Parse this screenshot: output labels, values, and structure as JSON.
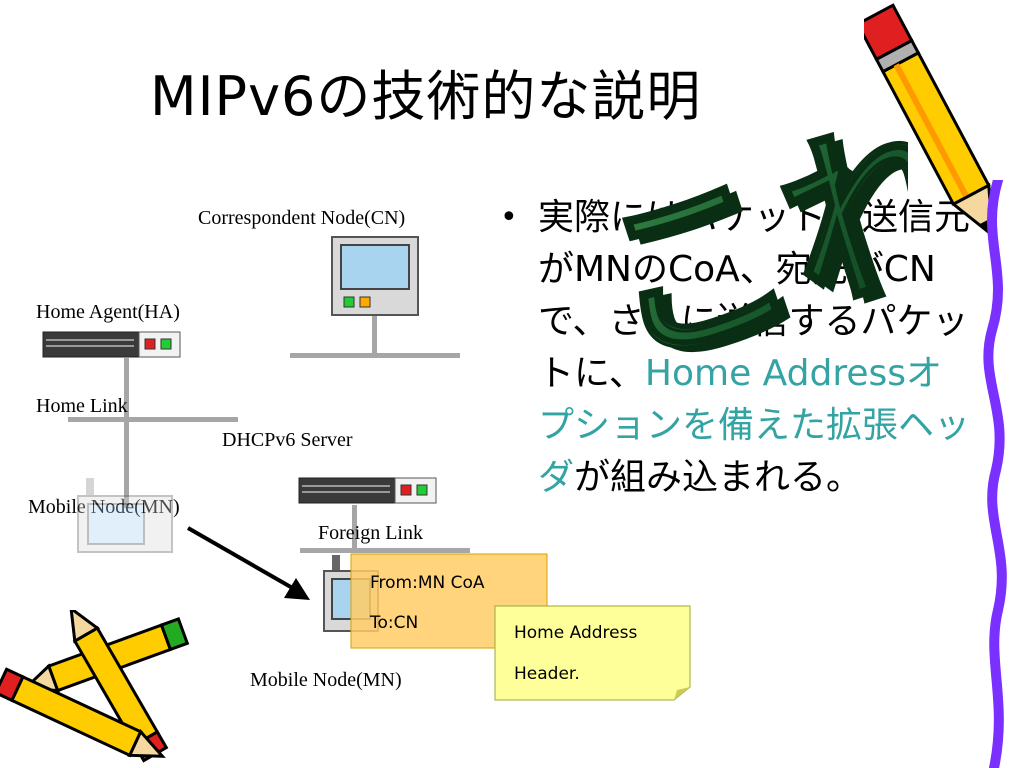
{
  "slide": {
    "title": "MIPv6の技術的な説明"
  },
  "diagram": {
    "labels": {
      "cn": "Correspondent Node(CN)",
      "ha": "Home Agent(HA)",
      "home_link": "Home Link",
      "dhcp": "DHCPv6 Server",
      "mn_home": "Mobile Node(MN)",
      "foreign_link": "Foreign Link",
      "mn_foreign": "Mobile Node(MN)"
    },
    "packet": {
      "line1": "From:MN CoA",
      "line2": "To:CN"
    },
    "header_note": {
      "line1": "Home Address",
      "line2": "Header."
    }
  },
  "bullet": {
    "part1": "実際にはパケットの送信元がMNのCoA、宛先がCNで、さらに送信するパケットに、",
    "highlight": "Home Addressオプションを備えた拡張ヘッダ",
    "part2": "が組み込まれる。"
  },
  "wordart": {
    "text": "これ"
  },
  "colors": {
    "title": "#000000",
    "highlight": "#33a3a3",
    "packet_fill": "#ffcc66",
    "note_fill": "#ffff99",
    "device_screen": "#a8d4f0",
    "network_line": "#a6a6a6",
    "wordart_green": "#1a5c2e"
  }
}
